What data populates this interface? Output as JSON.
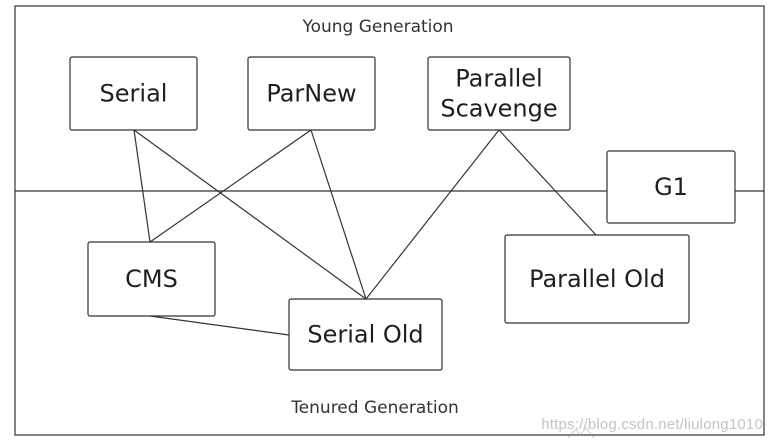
{
  "regions": {
    "young": "Young Generation",
    "tenured": "Tenured Generation"
  },
  "collectors": {
    "serial": {
      "lines": [
        "Serial"
      ]
    },
    "parnew": {
      "lines": [
        "ParNew"
      ]
    },
    "parallel_scavenge": {
      "lines": [
        "Parallel",
        "Scavenge"
      ]
    },
    "g1": {
      "lines": [
        "G1"
      ]
    },
    "cms": {
      "lines": [
        "CMS"
      ]
    },
    "serial_old": {
      "lines": [
        "Serial Old"
      ]
    },
    "parallel_old": {
      "lines": [
        "Parallel Old"
      ]
    }
  },
  "links": [
    [
      "serial",
      "cms"
    ],
    [
      "serial",
      "serial_old"
    ],
    [
      "parnew",
      "cms"
    ],
    [
      "parnew",
      "serial_old"
    ],
    [
      "parallel_scavenge",
      "serial_old"
    ],
    [
      "parallel_scavenge",
      "parallel_old"
    ],
    [
      "cms",
      "serial_old"
    ]
  ],
  "watermark": "https://blog.csdn.net/liulong1010"
}
